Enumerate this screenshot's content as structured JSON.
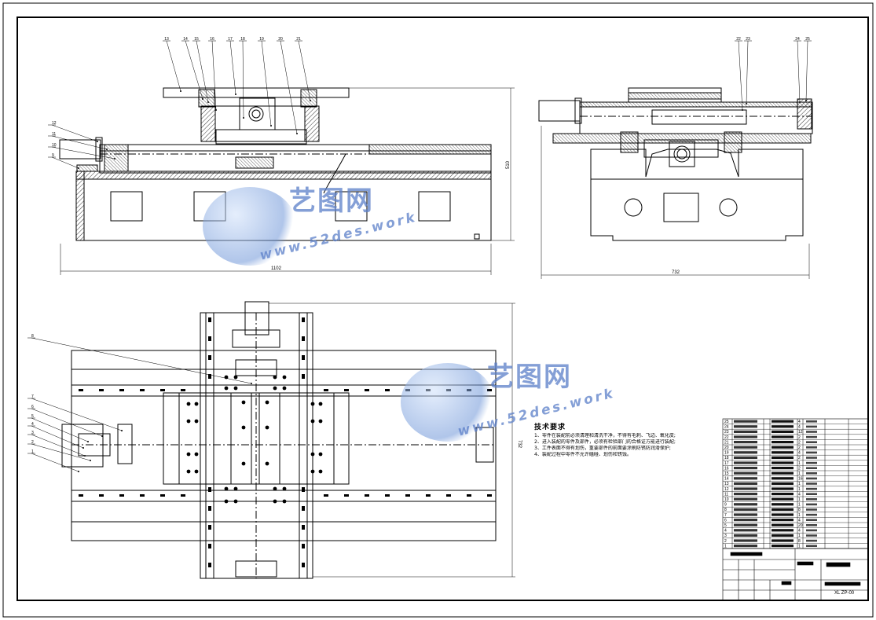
{
  "drawing": {
    "dimensions": {
      "front_width": "1102",
      "front_height": "510",
      "side_width": "732",
      "top_height": "732"
    },
    "front_callouts": [
      "13",
      "14",
      "15",
      "16",
      "17",
      "18",
      "19",
      "20",
      "21"
    ],
    "front_left_callouts": [
      "12",
      "11",
      "10",
      "9"
    ],
    "side_callouts": [
      "22",
      "23",
      "24",
      "25"
    ],
    "top_callouts": [
      "8",
      "7",
      "6",
      "5",
      "4",
      "3",
      "2",
      "1"
    ]
  },
  "tech_notes": {
    "title": "技术要求",
    "lines": [
      "1、零件在装配前必须清理和清洗干净，不得有毛刺、飞边、氧化皮;",
      "2、进入装配的零件及部件，必须有检验部门的合格证方能进行装配;",
      "3、工件表面不得有划伤，重要部件的前面要涂刷防锈防润滑保护;",
      "4、装配过程中零件不允许磕碰、划伤和锈蚀。"
    ]
  },
  "watermark": {
    "cn": "艺图网",
    "en": "www.52des.work"
  },
  "bom": {
    "rows": [
      {
        "no": "25",
        "qty": "4",
        "mat": ""
      },
      {
        "no": "24",
        "qty": "4",
        "mat": ""
      },
      {
        "no": "23",
        "qty": "12",
        "mat": ""
      },
      {
        "no": "22",
        "qty": "2",
        "mat": ""
      },
      {
        "no": "21",
        "qty": "2",
        "mat": ""
      },
      {
        "no": "20",
        "qty": "2",
        "mat": ""
      },
      {
        "no": "19",
        "qty": "4",
        "mat": ""
      },
      {
        "no": "18",
        "qty": "2",
        "mat": ""
      },
      {
        "no": "17",
        "qty": "1",
        "mat": ""
      },
      {
        "no": "16",
        "qty": "2",
        "mat": ""
      },
      {
        "no": "15",
        "qty": "1",
        "mat": ""
      },
      {
        "no": "14",
        "qty": "16",
        "mat": ""
      },
      {
        "no": "13",
        "qty": "1",
        "mat": ""
      },
      {
        "no": "12",
        "qty": "1",
        "mat": ""
      },
      {
        "no": "11",
        "qty": "4",
        "mat": ""
      },
      {
        "no": "10",
        "qty": "1",
        "mat": ""
      },
      {
        "no": "9",
        "qty": "1",
        "mat": ""
      },
      {
        "no": "8",
        "qty": "8",
        "mat": ""
      },
      {
        "no": "7",
        "qty": "1",
        "mat": ""
      },
      {
        "no": "6",
        "qty": "4",
        "mat": ""
      },
      {
        "no": "5",
        "qty": "20",
        "mat": ""
      },
      {
        "no": "4",
        "qty": "4",
        "mat": ""
      },
      {
        "no": "3",
        "qty": "1",
        "mat": ""
      },
      {
        "no": "2",
        "qty": "8",
        "mat": ""
      },
      {
        "no": "1",
        "qty": "1",
        "mat": ""
      }
    ]
  },
  "title_block": {
    "drawing_no": "XL ZP-00"
  }
}
